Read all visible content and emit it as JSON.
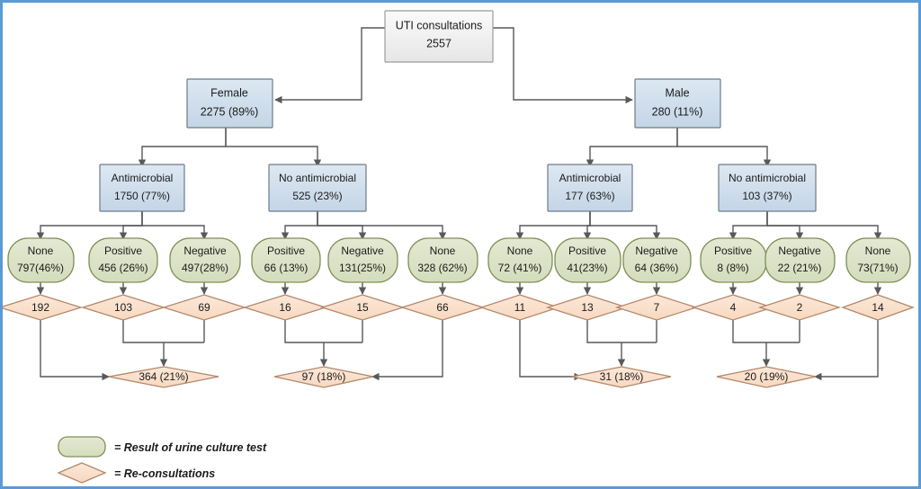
{
  "diagram": {
    "title_node": {
      "label": "UTI consultations",
      "value": "2557"
    },
    "sex_nodes": [
      {
        "label": "Female",
        "value": "2275 (89%)"
      },
      {
        "label": "Male",
        "value": "280 (11%)"
      }
    ],
    "treatment_nodes": [
      {
        "label": "Antimicrobial",
        "value": "1750 (77%)"
      },
      {
        "label": "No antimicrobial",
        "value": "525 (23%)"
      },
      {
        "label": "Antimicrobial",
        "value": "177 (63%)"
      },
      {
        "label": "No antimicrobial",
        "value": "103 (37%)"
      }
    ],
    "culture_nodes": [
      {
        "label": "None",
        "value": "797(46%)"
      },
      {
        "label": "Positive",
        "value": "456 (26%)"
      },
      {
        "label": "Negative",
        "value": "497(28%)"
      },
      {
        "label": "Positive",
        "value": "66 (13%)"
      },
      {
        "label": "Negative",
        "value": "131(25%)"
      },
      {
        "label": "None",
        "value": "328 (62%)"
      },
      {
        "label": "None",
        "value": "72 (41%)"
      },
      {
        "label": "Positive",
        "value": "41(23%)"
      },
      {
        "label": "Negative",
        "value": "64 (36%)"
      },
      {
        "label": "Positive",
        "value": "8 (8%)"
      },
      {
        "label": "Negative",
        "value": "22 (21%)"
      },
      {
        "label": "None",
        "value": "73(71%)"
      }
    ],
    "reconsult_nodes": [
      {
        "value": "192"
      },
      {
        "value": "103"
      },
      {
        "value": "69"
      },
      {
        "value": "16"
      },
      {
        "value": "15"
      },
      {
        "value": "66"
      },
      {
        "value": "11"
      },
      {
        "value": "13"
      },
      {
        "value": "7"
      },
      {
        "value": "4"
      },
      {
        "value": "2"
      },
      {
        "value": "14"
      }
    ],
    "total_nodes": [
      {
        "value": "364 (21%)"
      },
      {
        "value": "97 (18%)"
      },
      {
        "value": "31 (18%)"
      },
      {
        "value": "20 (19%)"
      }
    ],
    "legend": [
      {
        "shape": "rounded-rect",
        "text": "= Result of urine culture test"
      },
      {
        "shape": "diamond",
        "text": "= Re-consultations"
      }
    ],
    "colors": {
      "border_blue": "#5b9bd5",
      "root_fill": "#f1f1f1",
      "sex_fill": "#cfdce9",
      "treatment_fill": "#cfdce9",
      "culture_fill": "#dde3c8",
      "reconsult_fill": "#fadfcb",
      "connector": "#595959",
      "node_stroke": "#7f7f7f",
      "culture_stroke": "#7f9057",
      "reconsult_stroke": "#b4886b"
    }
  }
}
